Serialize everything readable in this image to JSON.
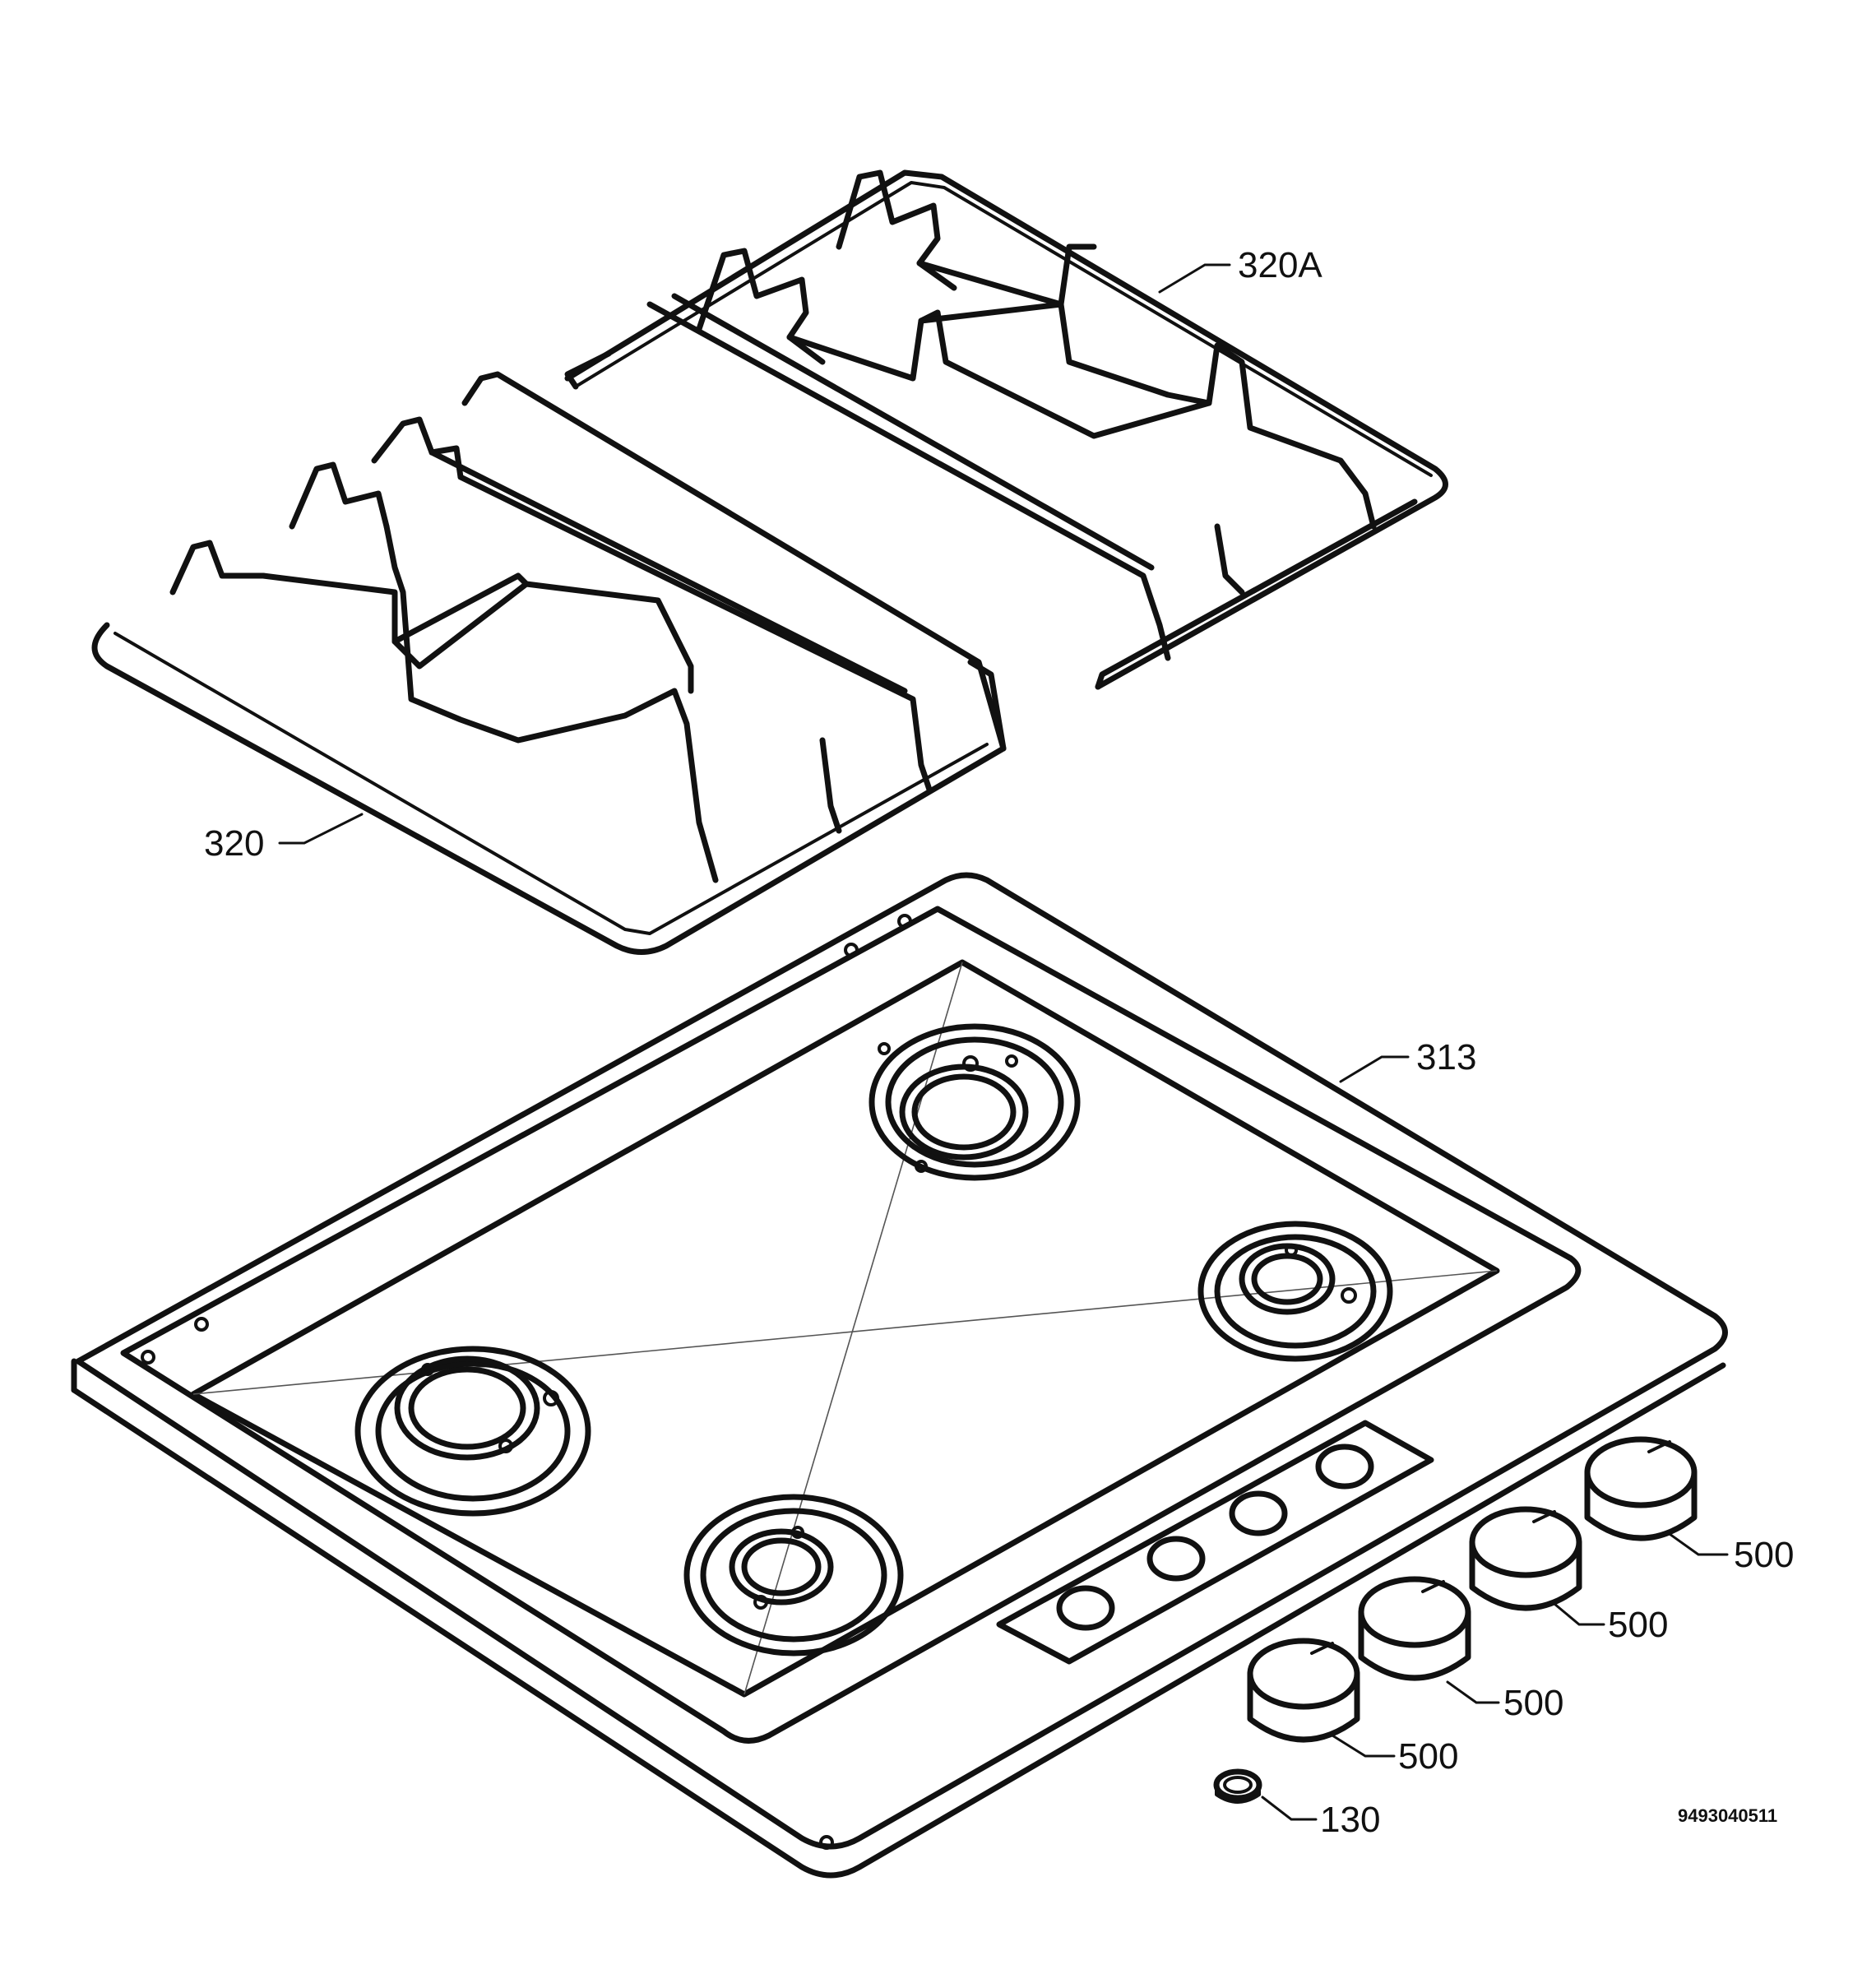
{
  "callouts": {
    "grate_right": "320A",
    "grate_left": "320",
    "hob_top": "313",
    "knob_1": "500",
    "knob_2": "500",
    "knob_3": "500",
    "knob_4": "500",
    "knob_ring": "130"
  },
  "document_number": "9493040511"
}
